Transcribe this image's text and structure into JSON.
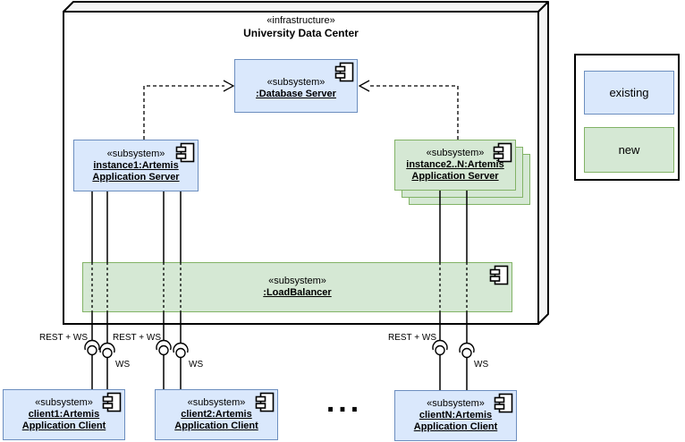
{
  "node": {
    "stereotype": "«infrastructure»",
    "name": "University Data Center"
  },
  "subsystems": {
    "database": {
      "stereotype": "«subsystem»",
      "name": ":Database Server"
    },
    "instance1": {
      "stereotype": "«subsystem»",
      "name": "instance1:Artemis Application Server"
    },
    "instance2_n": {
      "stereotype": "«subsystem»",
      "name": "instance2..N:Artemis Application Server"
    },
    "load_balancer": {
      "stereotype": "«subsystem»",
      "name": ":LoadBalancer"
    },
    "client1": {
      "stereotype": "«subsystem»",
      "name": "client1:Artemis Application Client"
    },
    "client2": {
      "stereotype": "«subsystem»",
      "name": "client2:Artemis Application Client"
    },
    "clientN": {
      "stereotype": "«subsystem»",
      "name": "clientN:Artemis Application Client"
    }
  },
  "connectors": {
    "rest_ws_label": "REST + WS",
    "ws_label": "WS"
  },
  "ellipsis": "...",
  "legend": {
    "items": [
      {
        "label": "existing",
        "fill": "#dae8fc",
        "stroke": "#6c8ebf"
      },
      {
        "label": "new",
        "fill": "#d5e8d4",
        "stroke": "#82b366"
      }
    ]
  },
  "colors": {
    "existing_fill": "#dae8fc",
    "existing_stroke": "#6c8ebf",
    "new_fill": "#d5e8d4",
    "new_stroke": "#82b366",
    "node_face": "#f5f5f5",
    "line": "#000000"
  }
}
